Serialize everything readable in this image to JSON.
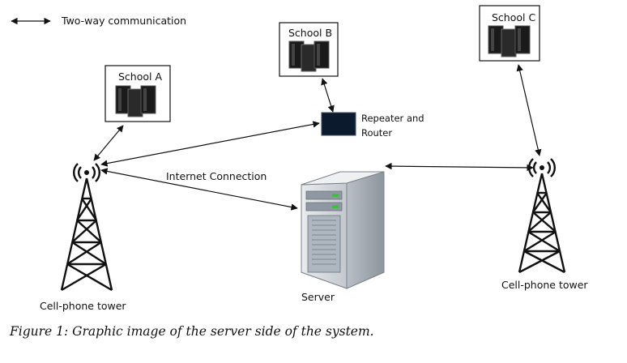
{
  "legend": {
    "label": "Two-way communication"
  },
  "schools": [
    {
      "id": "a",
      "label": "School A"
    },
    {
      "id": "b",
      "label": "School B"
    },
    {
      "id": "c",
      "label": "School C"
    }
  ],
  "router": {
    "line1": "Repeater and",
    "line2": "Router"
  },
  "server": {
    "label": "Server"
  },
  "towers": [
    {
      "id": "left",
      "label": "Cell-phone tower"
    },
    {
      "id": "right",
      "label": "Cell-phone tower"
    }
  ],
  "connection": {
    "label": "Internet Connection"
  },
  "caption": "Figure 1: Graphic image of the server side of the system.",
  "colors": {
    "line": "#111111",
    "router": "#0c1a2e",
    "server_body": "#d7dbe0",
    "server_panel": "#9aa3ac",
    "led": "#3fbf3f"
  }
}
